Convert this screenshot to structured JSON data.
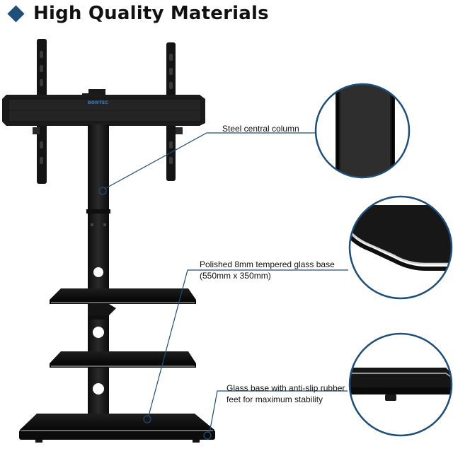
{
  "heading": {
    "text": "High Quality Materials",
    "marker_icon": "diamond-icon",
    "marker_color": "#1f4e79"
  },
  "brand": {
    "logo_text": "BONTEC"
  },
  "callouts": [
    {
      "id": "column",
      "text": "Steel central column"
    },
    {
      "id": "glass",
      "line1": "Polished 8mm tempered glass base",
      "line2": "(550mm x 350mm)"
    },
    {
      "id": "feet",
      "line1": "Glass base with anti-slip rubber",
      "line2": "feet for maximum stability"
    }
  ],
  "colors": {
    "accent": "#1f4e79",
    "product": "#1c1c1c"
  }
}
